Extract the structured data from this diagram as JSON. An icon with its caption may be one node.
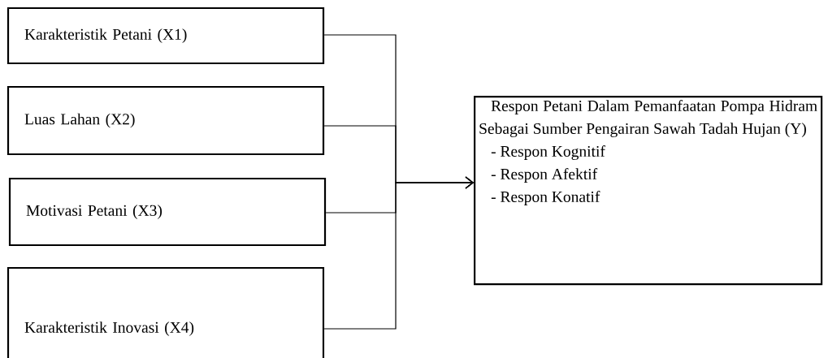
{
  "diagram": {
    "nodes": [
      {
        "text": [
          "Karakteristik Petani  (X1)"
        ]
      },
      {
        "text": [
          "Luas Lahan (X2)"
        ]
      },
      {
        "text": [
          "Motivasi Petani (X3)"
        ]
      },
      {
        "text": [
          "Karakteristik Inovasi (X4)"
        ]
      },
      {
        "text": [
          "Respon Petani Dalam Pemanfaatan Pompa Hidram Sebagai Sumber Pengairan Sawah Tadah Hujan (Y)",
          "- Respon Kognitif",
          "- Respon Afektif",
          "- Respon Konatif"
        ]
      }
    ],
    "edges": [
      {
        "from": 0,
        "to": 4,
        "arrow": "to"
      },
      {
        "from": 1,
        "to": 4,
        "arrow": "to"
      },
      {
        "from": 2,
        "to": 4,
        "arrow": "to"
      },
      {
        "from": 3,
        "to": 4,
        "arrow": "to"
      }
    ]
  }
}
